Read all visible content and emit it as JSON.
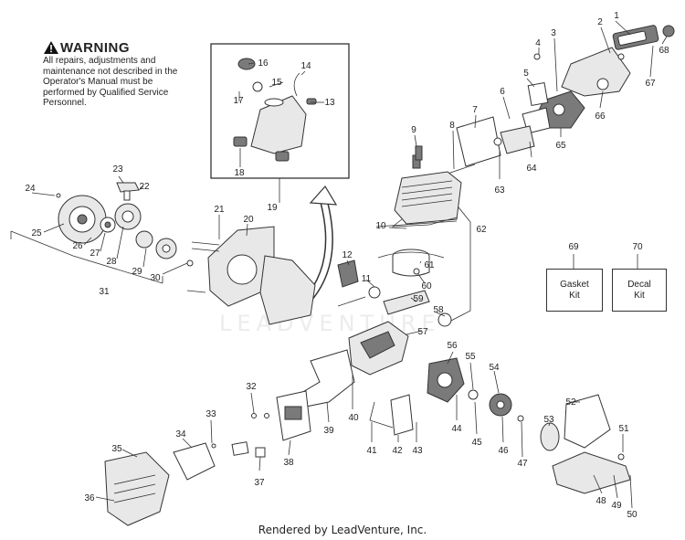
{
  "warning": {
    "title": "WARNING",
    "body": "All repairs, adjustments and maintenance not described in the Operator's Manual must be performed by Qualified Service Personnel."
  },
  "watermark": "LEADVENTURE",
  "kits": [
    {
      "number": "69",
      "label": "Gasket\nKit"
    },
    {
      "number": "70",
      "label": "Decal\nKit"
    }
  ],
  "footer": "Rendered by LeadVenture, Inc.",
  "callouts": [
    {
      "id": "1",
      "label": "1"
    },
    {
      "id": "2",
      "label": "2"
    },
    {
      "id": "3",
      "label": "3"
    },
    {
      "id": "4",
      "label": "4"
    },
    {
      "id": "5",
      "label": "5"
    },
    {
      "id": "6",
      "label": "6"
    },
    {
      "id": "7",
      "label": "7"
    },
    {
      "id": "8",
      "label": "8"
    },
    {
      "id": "9",
      "label": "9"
    },
    {
      "id": "10",
      "label": "10"
    },
    {
      "id": "11",
      "label": "11"
    },
    {
      "id": "12",
      "label": "12"
    },
    {
      "id": "13",
      "label": "13"
    },
    {
      "id": "14",
      "label": "14"
    },
    {
      "id": "15",
      "label": "15"
    },
    {
      "id": "16",
      "label": "16"
    },
    {
      "id": "17",
      "label": "17"
    },
    {
      "id": "18",
      "label": "18"
    },
    {
      "id": "19",
      "label": "19"
    },
    {
      "id": "20",
      "label": "20"
    },
    {
      "id": "21",
      "label": "21"
    },
    {
      "id": "22",
      "label": "22"
    },
    {
      "id": "23",
      "label": "23"
    },
    {
      "id": "24",
      "label": "24"
    },
    {
      "id": "25",
      "label": "25"
    },
    {
      "id": "26",
      "label": "26"
    },
    {
      "id": "27",
      "label": "27"
    },
    {
      "id": "28",
      "label": "28"
    },
    {
      "id": "29",
      "label": "29"
    },
    {
      "id": "30",
      "label": "30"
    },
    {
      "id": "31",
      "label": "31"
    },
    {
      "id": "32",
      "label": "32"
    },
    {
      "id": "33",
      "label": "33"
    },
    {
      "id": "34",
      "label": "34"
    },
    {
      "id": "35",
      "label": "35"
    },
    {
      "id": "36",
      "label": "36"
    },
    {
      "id": "37",
      "label": "37"
    },
    {
      "id": "38",
      "label": "38"
    },
    {
      "id": "39",
      "label": "39"
    },
    {
      "id": "40",
      "label": "40"
    },
    {
      "id": "41",
      "label": "41"
    },
    {
      "id": "42",
      "label": "42"
    },
    {
      "id": "43",
      "label": "43"
    },
    {
      "id": "44",
      "label": "44"
    },
    {
      "id": "45",
      "label": "45"
    },
    {
      "id": "46",
      "label": "46"
    },
    {
      "id": "47",
      "label": "47"
    },
    {
      "id": "48",
      "label": "48"
    },
    {
      "id": "49",
      "label": "49"
    },
    {
      "id": "50",
      "label": "50"
    },
    {
      "id": "51",
      "label": "51"
    },
    {
      "id": "52",
      "label": "52"
    },
    {
      "id": "53",
      "label": "53"
    },
    {
      "id": "54",
      "label": "54"
    },
    {
      "id": "55",
      "label": "55"
    },
    {
      "id": "56",
      "label": "56"
    },
    {
      "id": "57",
      "label": "57"
    },
    {
      "id": "58",
      "label": "58"
    },
    {
      "id": "59",
      "label": "59"
    },
    {
      "id": "60",
      "label": "60"
    },
    {
      "id": "61",
      "label": "61"
    },
    {
      "id": "62",
      "label": "62"
    },
    {
      "id": "63",
      "label": "63"
    },
    {
      "id": "64",
      "label": "64"
    },
    {
      "id": "65",
      "label": "65"
    },
    {
      "id": "66",
      "label": "66"
    },
    {
      "id": "67",
      "label": "67"
    },
    {
      "id": "68",
      "label": "68"
    },
    {
      "id": "69",
      "label": "69"
    },
    {
      "id": "70",
      "label": "70"
    }
  ]
}
